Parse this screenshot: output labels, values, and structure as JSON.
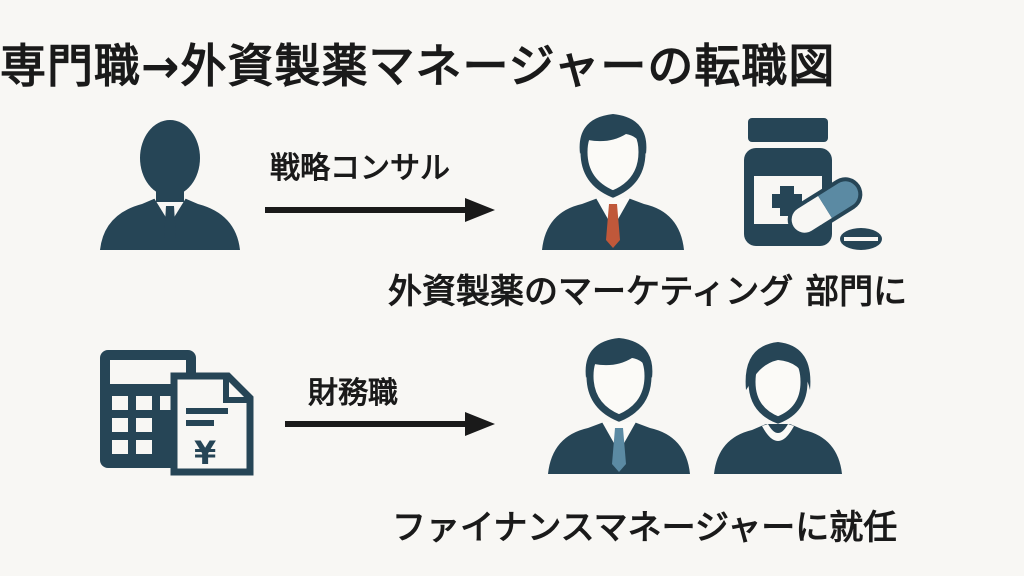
{
  "title": "専門職→外資製薬マネージャーの転職図",
  "row1": {
    "arrow_label": "戦略コンサル",
    "caption": "外資製薬のマーケティング 部門に"
  },
  "row2": {
    "arrow_label": "財務職",
    "caption": "ファイナンスマネージャーに就任"
  },
  "colors": {
    "icon": "#264556",
    "tie_accent": "#c0583a",
    "tie_teal": "#5b8aa3",
    "pill_accent": "#5b8aa3",
    "background": "#f8f7f4"
  },
  "icons": [
    "person-silhouette-icon",
    "businessman-icon",
    "medicine-bottle-icon",
    "pill-capsule-icon",
    "tablet-icon",
    "calculator-icon",
    "yen-document-icon",
    "businessman-icon",
    "woman-professional-icon"
  ]
}
